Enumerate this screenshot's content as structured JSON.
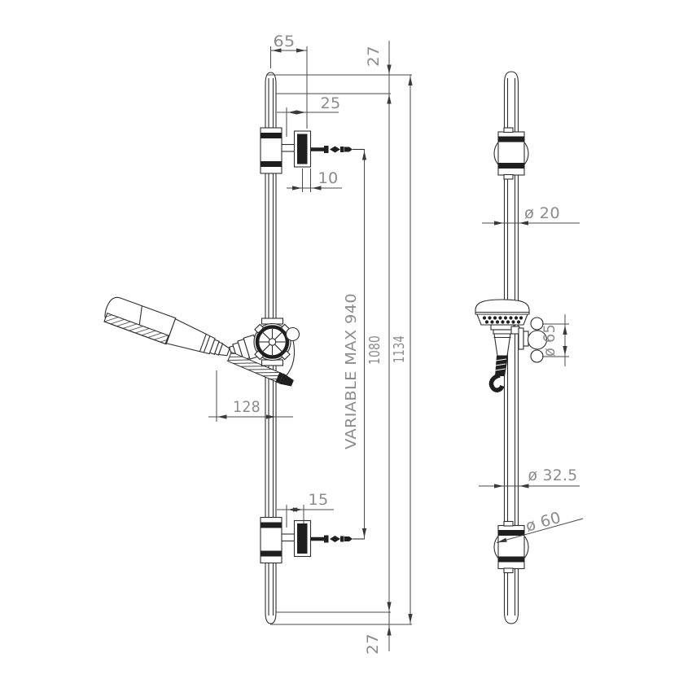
{
  "drawing": {
    "kind": "technical dimension drawing",
    "subject": "Shower slide rail set with hand shower — front and side elevations",
    "background_color": "#ffffff",
    "line_color": "#2e2e2e",
    "dimension_text_color": "#8c8c8c",
    "front_view": {
      "name": "front elevation",
      "dimensions": {
        "top_width": "65",
        "top_offset": "27",
        "upper_bracket_reach": "25",
        "upper_bracket_plate": "10",
        "bracket_spacing": "VARIABLE MAX  940",
        "rail_length": "1080",
        "overall_height": "1134",
        "handset_reach": "128",
        "lower_bracket_plate": "15",
        "bottom_offset": "27"
      }
    },
    "side_view": {
      "name": "side elevation",
      "dimensions": {
        "rail_diameter": "ø 20",
        "slider_knob_diameter": "ø 65",
        "lower_tube_diameter": "ø 32.5",
        "bracket_diameter": "ø 60"
      }
    }
  }
}
